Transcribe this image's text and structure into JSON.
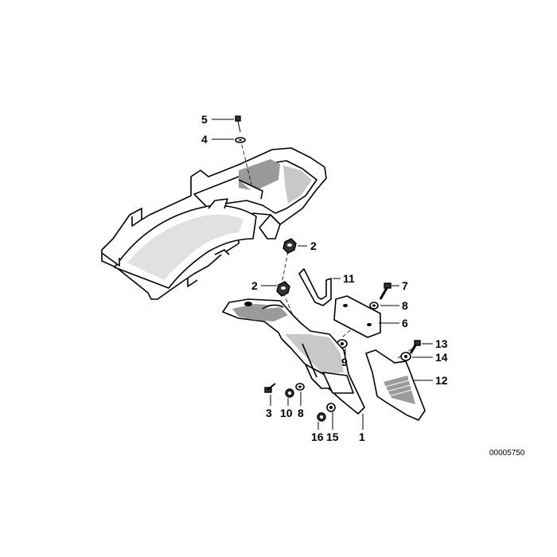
{
  "callouts": [
    {
      "id": "c5",
      "label": "5"
    },
    {
      "id": "c4",
      "label": "4"
    },
    {
      "id": "c2a",
      "label": "2"
    },
    {
      "id": "c11",
      "label": "11"
    },
    {
      "id": "c2b",
      "label": "2"
    },
    {
      "id": "c7",
      "label": "7"
    },
    {
      "id": "c8a",
      "label": "8"
    },
    {
      "id": "c6",
      "label": "6"
    },
    {
      "id": "c9",
      "label": "9"
    },
    {
      "id": "c13",
      "label": "13"
    },
    {
      "id": "c14",
      "label": "14"
    },
    {
      "id": "c12",
      "label": "12"
    },
    {
      "id": "c3",
      "label": "3"
    },
    {
      "id": "c10",
      "label": "10"
    },
    {
      "id": "c8b",
      "label": "8"
    },
    {
      "id": "c16",
      "label": "16"
    },
    {
      "id": "c15",
      "label": "15"
    },
    {
      "id": "c1",
      "label": "1"
    }
  ],
  "reference_code": "00005750"
}
